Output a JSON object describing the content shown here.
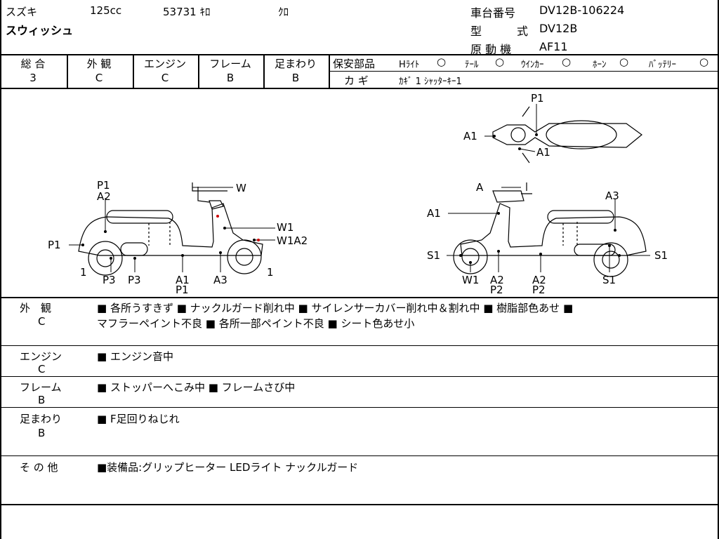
{
  "header": {
    "maker": "スズキ",
    "cc": "125cc",
    "mileage": "53731 ｷﾛ",
    "color": "ｸﾛ",
    "model_name": "スウィッシュ",
    "frame_label": "車台番号",
    "frame_no": "DV12B-106224",
    "type_label_1": "型",
    "type_label_2": "式",
    "type_value": "DV12B",
    "engine_label": "原 動 機",
    "engine_value": "AF11"
  },
  "grades": {
    "columns": [
      {
        "label": "総 合",
        "value": "3"
      },
      {
        "label": "外 観",
        "value": "C"
      },
      {
        "label": "エンジン",
        "value": "C"
      },
      {
        "label": "フレーム",
        "value": "B"
      },
      {
        "label": "足まわり",
        "value": "B"
      }
    ],
    "safety_label": "保安部品",
    "safety_items": [
      {
        "label": "Hﾗｲﾄ"
      },
      {
        "label": "ﾃｰﾙ"
      },
      {
        "label": "ｳｲﾝｶｰ"
      },
      {
        "label": "ﾎｰﾝ"
      },
      {
        "label": "ﾊﾞｯﾃﾘｰ"
      }
    ],
    "safety_mark": "○",
    "key_label": "カ ギ",
    "key_value": "ｶｷﾞ 1 ｼｬｯﾀｰｷｰ1"
  },
  "diagram": {
    "left_labels": [
      "P1",
      "A2",
      "W",
      "W1",
      "W1A2",
      "P1",
      "1",
      "P3",
      "P3",
      "A1",
      "P1",
      "A3",
      "1"
    ],
    "right_labels": [
      "P1",
      "A1",
      "A1",
      "A",
      "A3",
      "A1",
      "S1",
      "S1",
      "W1",
      "A2",
      "P2",
      "A2",
      "P2",
      "S1"
    ]
  },
  "remarks": [
    {
      "cat": "外　観",
      "grade": "C",
      "line1": "■ 各所うすきず ■ ナックルガード削れ中 ■ サイレンサーカバー削れ中＆割れ中 ■ 樹脂部色あせ ■",
      "line2": "マフラーペイント不良 ■ 各所一部ペイント不良 ■ シート色あせ小"
    },
    {
      "cat": "エンジン",
      "grade": "C",
      "line1": "■ エンジン音中",
      "line2": ""
    },
    {
      "cat": "フレーム",
      "grade": "B",
      "line1": "■ ストッパーへこみ中 ■ フレームさび中",
      "line2": ""
    },
    {
      "cat": "足まわり",
      "grade": "B",
      "line1": "■ F足回りねじれ",
      "line2": ""
    },
    {
      "cat": "そ の 他",
      "grade": "",
      "line1": "■装備品:グリップヒーター LEDライト ナックルガード",
      "line2": ""
    }
  ]
}
